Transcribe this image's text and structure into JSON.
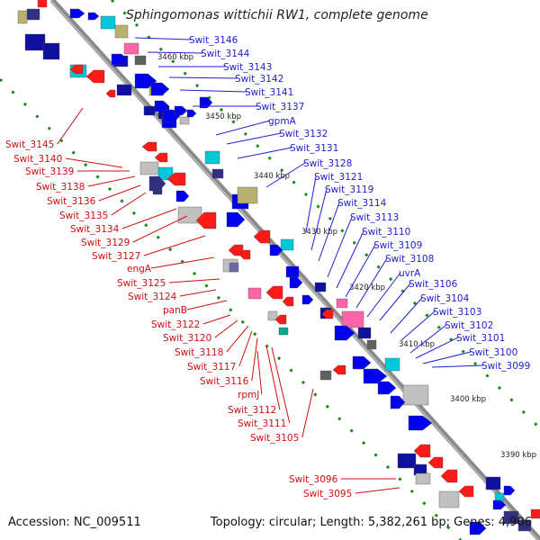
{
  "title": "Sphingomonas wittichii RW1, complete genome",
  "accession": "Accession: NC_009511",
  "topology": "Topology: circular; Length: 5,382,261 bp; Genes: 4,906",
  "colors": {
    "backbone": "#8a8a8a",
    "plus_label": "#2020d0",
    "minus_label": "#d01010",
    "green_dots": "#1a8a1a",
    "gene_palette": [
      "#0000ee",
      "#1010a0",
      "#303080",
      "#6a6aa8",
      "#b8b070",
      "#00c8d8",
      "#ff1a1a",
      "#c0c0c0",
      "#ff66aa",
      "#606060",
      "#00aa88"
    ]
  },
  "scale_ticks": [
    "3460 kbp",
    "3450 kbp",
    "3440 kbp",
    "3430 kbp",
    "3420 kbp",
    "3410 kbp",
    "3400 kbp",
    "3390 kbp"
  ],
  "plus_strand_labels": [
    "Swit_3146",
    "Swit_3144",
    "Swit_3143",
    "Swit_3142",
    "Swit_3141",
    "Swit_3137",
    "gpmA",
    "Swit_3132",
    "Swit_3131",
    "Swit_3128",
    "Swit_3121",
    "Swit_3119",
    "Swit_3114",
    "Swit_3113",
    "Swit_3110",
    "Swit_3109",
    "Swit_3108",
    "uvrA",
    "Swit_3106",
    "Swit_3104",
    "Swit_3103",
    "Swit_3102",
    "Swit_3101",
    "Swit_3100",
    "Swit_3099"
  ],
  "minus_strand_labels": [
    "Swit_3145",
    "Swit_3140",
    "Swit_3139",
    "Swit_3138",
    "Swit_3136",
    "Swit_3135",
    "Swit_3134",
    "Swit_3129",
    "Swit_3127",
    "engA",
    "Swit_3125",
    "Swit_3124",
    "panB",
    "Swit_3122",
    "Swit_3120",
    "Swit_3118",
    "Swit_3117",
    "Swit_3116",
    "rpmJ",
    "Swit_3112",
    "Swit_3111",
    "Swit_3105",
    "Swit_3096",
    "Swit_3095"
  ]
}
